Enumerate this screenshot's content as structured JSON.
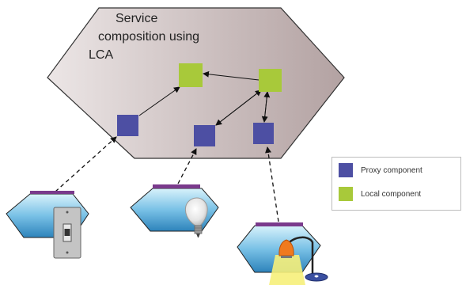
{
  "title_lines": [
    "Service",
    "composition using",
    "LCA"
  ],
  "legend": [
    {
      "label": "Proxy component",
      "color": "#4d4fa3"
    },
    {
      "label": "Local component",
      "color": "#a8c93a"
    }
  ],
  "colors": {
    "service_fill_light": "#d9cdcd",
    "service_fill_dark": "#b6a7a7",
    "device_fill_light": "#bde6f7",
    "device_fill_dark": "#3d94c8",
    "device_band": "#7a3a8c",
    "arrow": "#111111"
  },
  "devices": [
    {
      "icon": "light-switch-icon"
    },
    {
      "icon": "light-bulb-icon"
    },
    {
      "icon": "desk-lamp-icon"
    }
  ]
}
